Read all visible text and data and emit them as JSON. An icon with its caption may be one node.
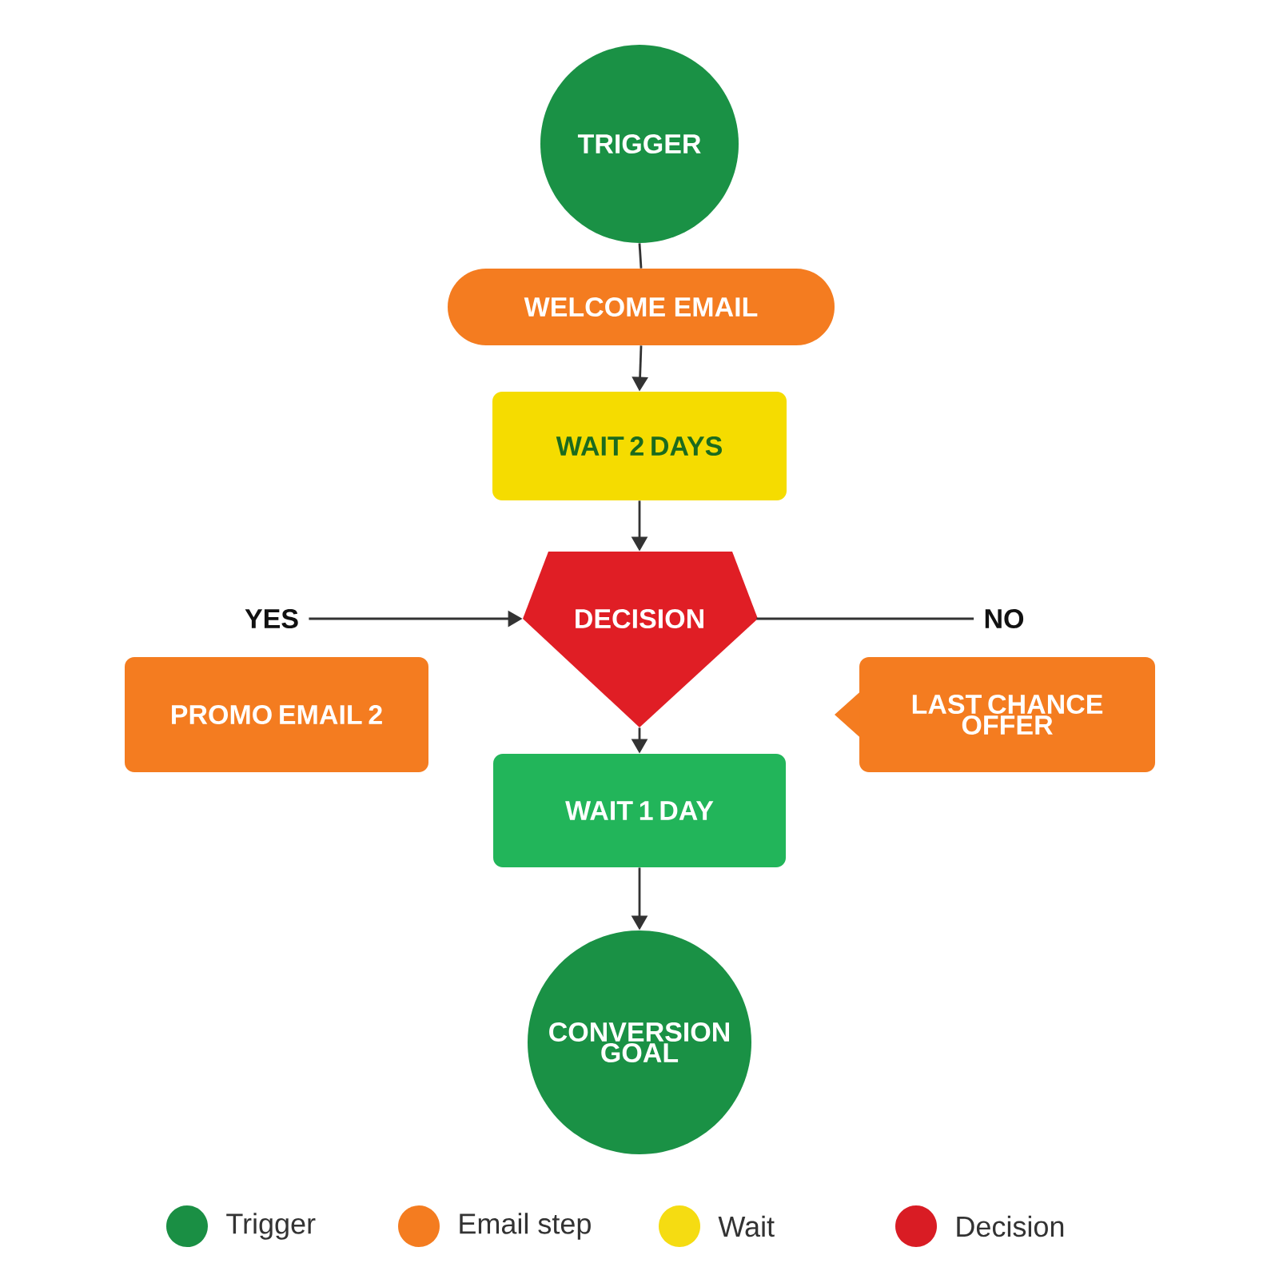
{
  "diagram": {
    "nodes": [
      {
        "text": [
          "TRIGGER"
        ]
      },
      {
        "text": [
          "WELCOME EMAIL"
        ]
      },
      {
        "text": [
          "WAIT 2 DAYS"
        ]
      },
      {
        "text": [
          "DECISION"
        ]
      },
      {
        "text": [
          "YES"
        ]
      },
      {
        "text": [
          "NO"
        ]
      },
      {
        "text": [
          "PROMO EMAIL 2"
        ]
      },
      {
        "text": [
          "LAST CHANCE OFFER"
        ]
      },
      {
        "text": [
          "WAIT 1 DAY"
        ]
      },
      {
        "text": [
          "CONVERSION GOAL"
        ]
      }
    ],
    "edges": [
      {
        "from": 0,
        "to": 1,
        "arrow": "none"
      },
      {
        "from": 1,
        "to": 2,
        "arrow": "to"
      },
      {
        "from": 2,
        "to": 3,
        "arrow": "to"
      },
      {
        "from": 4,
        "to": 3,
        "arrow": "to"
      },
      {
        "from": 3,
        "to": 5,
        "arrow": "none"
      },
      {
        "from": 3,
        "to": 8,
        "arrow": "to"
      },
      {
        "from": 8,
        "to": 9,
        "arrow": "to"
      }
    ],
    "legend": [
      {
        "text": "Trigger",
        "color": "#1a8f44"
      },
      {
        "text": "Email step",
        "color": "#f47c20"
      },
      {
        "text": "Wait",
        "color": "#f5dc12"
      },
      {
        "text": "Decision",
        "color": "#d91c24"
      }
    ]
  }
}
